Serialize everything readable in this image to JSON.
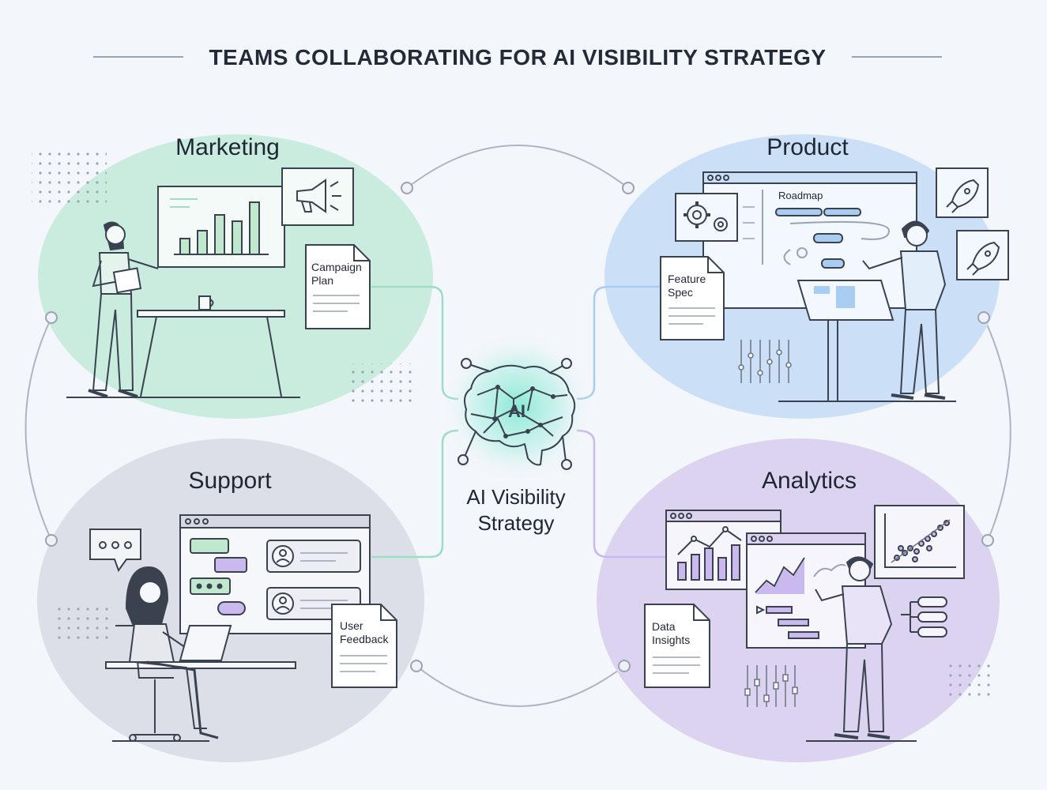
{
  "title": "TEAMS COLLABORATING FOR AI VISIBILITY STRATEGY",
  "center": {
    "badge": "AI",
    "label_line1": "AI Visibility",
    "label_line2": "Strategy"
  },
  "teams": {
    "marketing": {
      "name": "Marketing",
      "doc_line1": "Campaign",
      "doc_line2": "Plan"
    },
    "product": {
      "name": "Product",
      "doc_line1": "Feature",
      "doc_line2": "Spec",
      "board_label": "Roadmap"
    },
    "support": {
      "name": "Support",
      "doc_line1": "User",
      "doc_line2": "Feedback"
    },
    "analytics": {
      "name": "Analytics",
      "doc_line1": "Data",
      "doc_line2": "Insights"
    }
  },
  "colors": {
    "marketing": "#c9ecdf",
    "product": "#cbe0f6",
    "support": "#dcdfe7",
    "analytics": "#dcd3f1",
    "ink": "#3a4250",
    "accent_green": "#bfe8cf",
    "accent_blue": "#a9cdf0",
    "accent_purple": "#c9b9ee"
  },
  "icons": {
    "marketing": [
      "bar-chart-icon",
      "megaphone-icon",
      "coffee-mug-icon"
    ],
    "product": [
      "gear-icon",
      "rocket-icon"
    ],
    "support": [
      "chat-bubble-icon",
      "user-avatar-icon",
      "headset-icon"
    ],
    "analytics": [
      "line-chart-icon",
      "scatter-plot-icon"
    ]
  }
}
